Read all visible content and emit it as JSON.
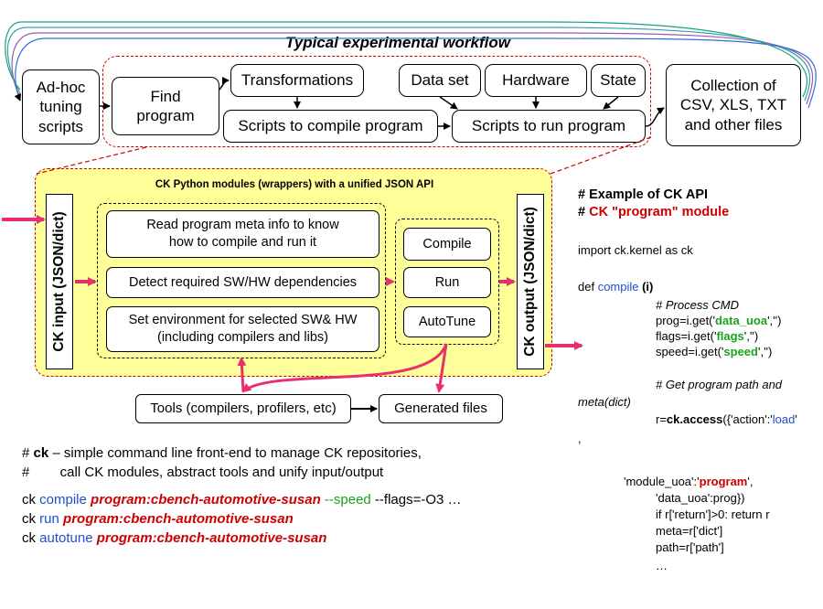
{
  "workflow": {
    "title": "Typical experimental workflow",
    "adhoc": "Ad-hoc\ntuning\nscripts",
    "find": "Find\nprogram",
    "transformations": "Transformations",
    "compile_scripts": "Scripts to compile program",
    "dataset": "Data set",
    "hardware": "Hardware",
    "state": "State",
    "run_scripts": "Scripts to run program",
    "collection": "Collection of\nCSV, XLS, TXT\nand other files"
  },
  "ck_panel": {
    "title": "CK Python modules (wrappers) with a unified JSON API",
    "input": "CK input (JSON/dict)",
    "output": "CK output (JSON/dict)",
    "meta": "Read program meta info to know\nhow to compile and run it",
    "detect": "Detect required SW/HW dependencies",
    "env": "Set environment for selected SW& HW\n(including compilers and libs)",
    "compile": "Compile",
    "run": "Run",
    "autotune": "AutoTune"
  },
  "tools": {
    "tools": "Tools (compilers, profilers, etc)",
    "generated": "Generated files"
  },
  "cli": {
    "comment1_pre": "# ",
    "comment1_ck": "ck",
    "comment1_rest": " – simple command line front-end to manage CK repositories,",
    "comment2": "#        call CK modules, abstract tools and unify input/output",
    "l1_ck": "ck ",
    "l1_cmd": "compile",
    "l1_prog": " program:cbench-automotive-susan",
    "l1_speed": " --speed",
    "l1_rest": " --flags=-O3 …",
    "l2_ck": "ck ",
    "l2_cmd": "run",
    "l2_prog": " program:cbench-automotive-susan",
    "l3_ck": "ck ",
    "l3_cmd": "autotune",
    "l3_prog": " program:cbench-automotive-susan"
  },
  "api": {
    "h1": "# Example of CK API",
    "h2_pre": "# ",
    "h2": "CK \"program\" module",
    "import": "import ck.kernel as ck",
    "def_pre": "def ",
    "def_name": "compile",
    "def_arg": " (i)",
    "c1": "# Process CMD",
    "prog_pre": "prog=i.get('",
    "prog_key": "data_uoa",
    "prog_post": "','')",
    "flags_pre": "flags=i.get('",
    "flags_key": "flags",
    "flags_post": "','')",
    "speed_pre": "speed=i.get('",
    "speed_key": "speed",
    "speed_post": "','')",
    "c2a": "# Get program path and",
    "c2b": "meta(dict)",
    "access_pre": "r=",
    "access_fn": "ck.access",
    "access_mid": "({'action':'",
    "access_val": "load",
    "access_post": "'",
    "comma": ",",
    "mod_pre": "'module_uoa':'",
    "mod_val": "program",
    "mod_post": "',",
    "data": "'data_uoa':prog})",
    "ifret": "if r['return']>0: return r",
    "meta": "meta=r['dict']",
    "path": "path=r['path']",
    "ellipsis": "…"
  }
}
